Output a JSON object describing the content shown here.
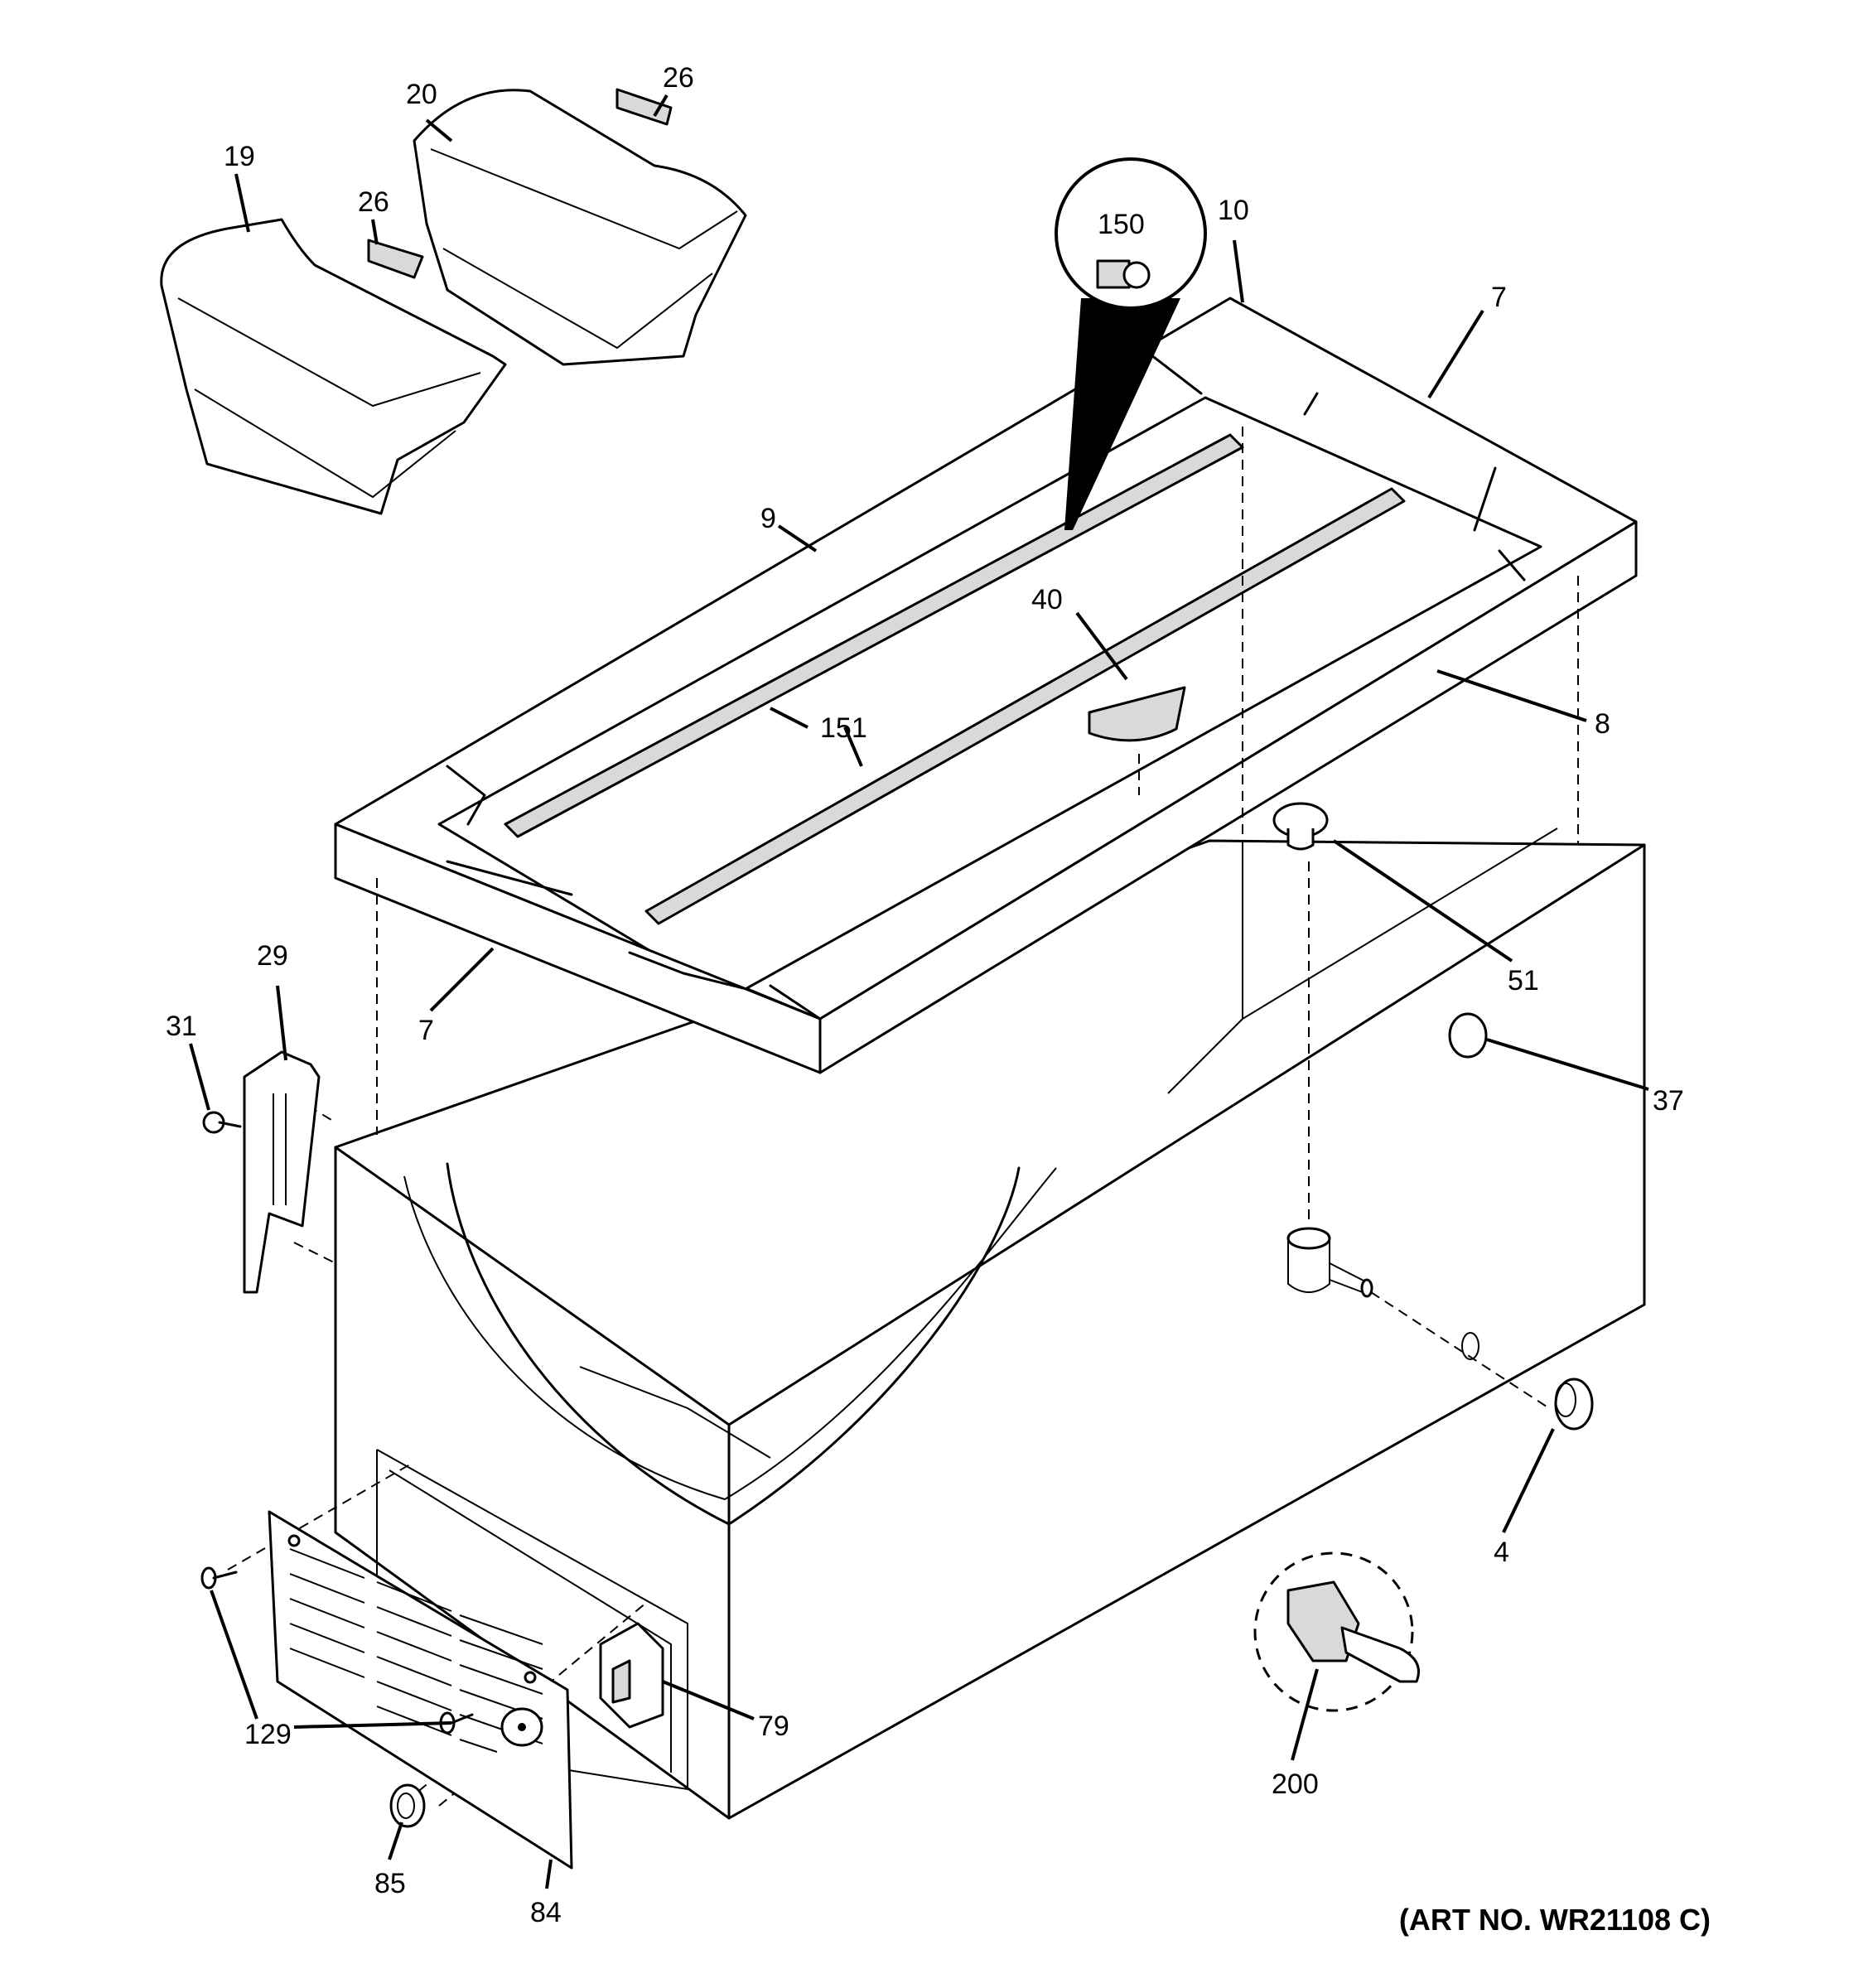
{
  "diagram": {
    "labels": [
      {
        "id": "19",
        "text": "19"
      },
      {
        "id": "20",
        "text": "20"
      },
      {
        "id": "26a",
        "text": "26"
      },
      {
        "id": "26b",
        "text": "26"
      },
      {
        "id": "150",
        "text": "150"
      },
      {
        "id": "10",
        "text": "10"
      },
      {
        "id": "7a",
        "text": "7"
      },
      {
        "id": "9",
        "text": "9"
      },
      {
        "id": "40",
        "text": "40"
      },
      {
        "id": "151",
        "text": "151"
      },
      {
        "id": "8",
        "text": "8"
      },
      {
        "id": "51",
        "text": "51"
      },
      {
        "id": "29",
        "text": "29"
      },
      {
        "id": "31",
        "text": "31"
      },
      {
        "id": "7b",
        "text": "7"
      },
      {
        "id": "37",
        "text": "37"
      },
      {
        "id": "4",
        "text": "4"
      },
      {
        "id": "129",
        "text": "129"
      },
      {
        "id": "79",
        "text": "79"
      },
      {
        "id": "200",
        "text": "200"
      },
      {
        "id": "85",
        "text": "85"
      },
      {
        "id": "84",
        "text": "84"
      }
    ],
    "art_number": "(ART NO. WR21108 C)"
  }
}
